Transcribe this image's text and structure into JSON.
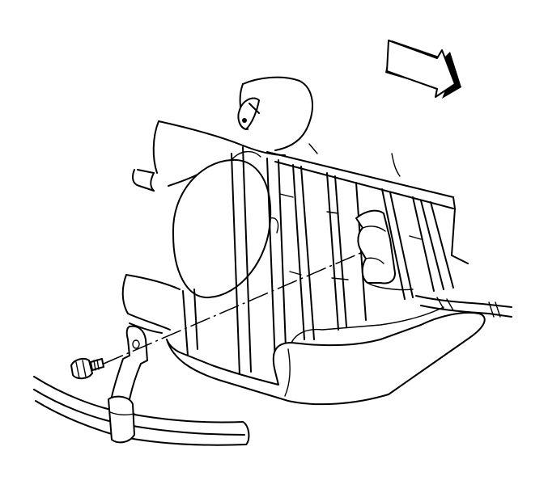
{
  "diagram": {
    "kind": "exploded-view line illustration",
    "text_labels": [],
    "colors": {
      "line": "#000000",
      "background": "#ffffff"
    },
    "parts": [
      {
        "name": "direction-arrow-icon",
        "role": "view-direction arrow"
      },
      {
        "name": "intake-duct-housing",
        "role": "ribbed housing"
      },
      {
        "name": "round-cover-plate",
        "role": "circular plate"
      },
      {
        "name": "mounting-boss",
        "role": "bracket attachment point"
      },
      {
        "name": "mounting-bracket",
        "role": "bent strap bracket"
      },
      {
        "name": "bracket-bolt",
        "role": "fastener"
      },
      {
        "name": "frame-rail",
        "role": "lower frame member"
      },
      {
        "name": "alignment-centerline",
        "role": "assembly guide line"
      }
    ]
  }
}
